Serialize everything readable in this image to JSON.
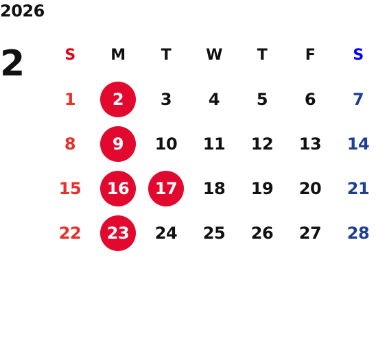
{
  "year": "2026",
  "month": "2",
  "weekdays": [
    "S",
    "M",
    "T",
    "W",
    "T",
    "F",
    "S"
  ],
  "weeks": [
    [
      "1",
      "2",
      "3",
      "4",
      "5",
      "6",
      "7"
    ],
    [
      "8",
      "9",
      "10",
      "11",
      "12",
      "13",
      "14"
    ],
    [
      "15",
      "16",
      "17",
      "18",
      "19",
      "20",
      "21"
    ],
    [
      "22",
      "23",
      "24",
      "25",
      "26",
      "27",
      "28"
    ]
  ],
  "highlighted_days": [
    "2",
    "9",
    "16",
    "17",
    "23"
  ],
  "colors": {
    "sunday": "#e8312a",
    "sunday_header": "#e50012",
    "saturday": "#1f3f94",
    "saturday_header": "#0000ff",
    "weekday": "#111111",
    "highlight": "#e2082e"
  }
}
